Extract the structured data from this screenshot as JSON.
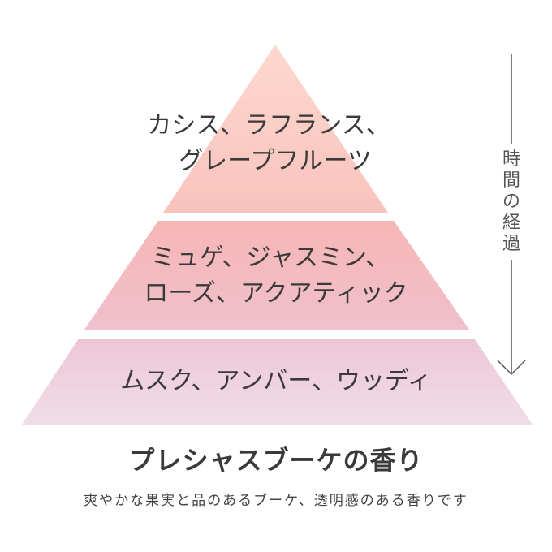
{
  "pyramid": {
    "tiers": [
      {
        "id": "top",
        "lines": [
          "カシス、ラフランス、",
          "グレープフルーツ"
        ],
        "color_top": "#fdd8cf",
        "color_bottom": "#f9c3bc"
      },
      {
        "id": "middle",
        "lines": [
          "ミュゲ、ジャスミン、",
          "ローズ、アクアティック"
        ],
        "color_top": "#f7b6b5",
        "color_bottom": "#f0c0cc"
      },
      {
        "id": "base",
        "lines": [
          "ムスク、アンバー、ウッディ"
        ],
        "color_top": "#edc6d6",
        "color_bottom": "#f1dde9"
      }
    ]
  },
  "time_axis": {
    "label": "時間の経過",
    "line_color": "#555555"
  },
  "title": "プレシャスブーケの香り",
  "subtitle": "爽やかな果実と品のあるブーケ、透明感のある香りです"
}
